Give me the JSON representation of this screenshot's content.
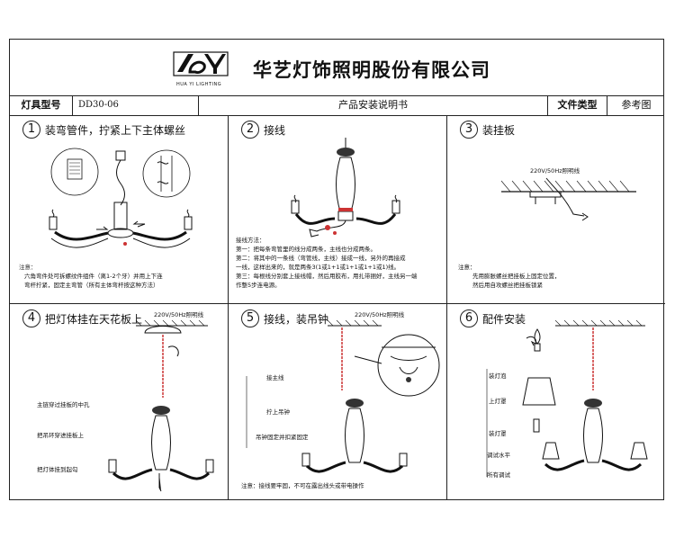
{
  "header": {
    "company": "华艺灯饰照明股份有限公司",
    "brand": "HUA YI LIGHTING"
  },
  "info_row": {
    "model_label": "灯具型号",
    "model_value": "DD30-06",
    "doc_title": "产品安装说明书",
    "file_type_label": "文件类型",
    "file_type_value": "参考图"
  },
  "panels": [
    {
      "num": "1",
      "title": "装弯管件，拧紧上下主体螺丝",
      "notes": [
        "注意：",
        "六角弯件处可拆螺纹件组件（离1-2个牙）并用上下连",
        "弯杆拧紧，固定主弯管（所有主体弯杆按这种方法）"
      ]
    },
    {
      "num": "2",
      "title": "接线",
      "notes": [
        "接线方法：",
        "第一：把每条弯管里的线分成两条，主线也分成两条。",
        "第二：将其中的一条线（弯管线，主线）接成一线，另外的再接成",
        "        一线，这样出来的，就是两条3(1或1+1或1+1或1+1或1)线。",
        "第三：每根线分别套上接线帽，然后用胶布，用扎带捆好，主线另一端",
        "        作整5步连电源。"
      ]
    },
    {
      "num": "3",
      "title": "装挂板",
      "label": "220V/50Hz照明线",
      "notes": [
        "注意：",
        "先用膨胀螺丝把挂板上固定位置，",
        "然后用自攻螺丝把挂板锁紧"
      ]
    },
    {
      "num": "4",
      "title": "把灯体挂在天花板上",
      "label": "220V/50Hz照明线",
      "callouts": [
        "主链穿过挂板的中孔",
        "把吊环穿进挂板上",
        "把灯体挂到起勾"
      ]
    },
    {
      "num": "5",
      "title": "接线，装吊钟",
      "label": "220V/50Hz照明线",
      "callouts": [
        "接主线",
        "拧上吊钟",
        "吊钟固定并扣紧固定"
      ],
      "footnote": "注意：接线要牢固，不可在露出线头或带电操作"
    },
    {
      "num": "6",
      "title": "配件安装",
      "callouts": [
        "装灯泡",
        "上灯罩",
        "装灯罩",
        "调试水平",
        "所有调试"
      ]
    }
  ]
}
